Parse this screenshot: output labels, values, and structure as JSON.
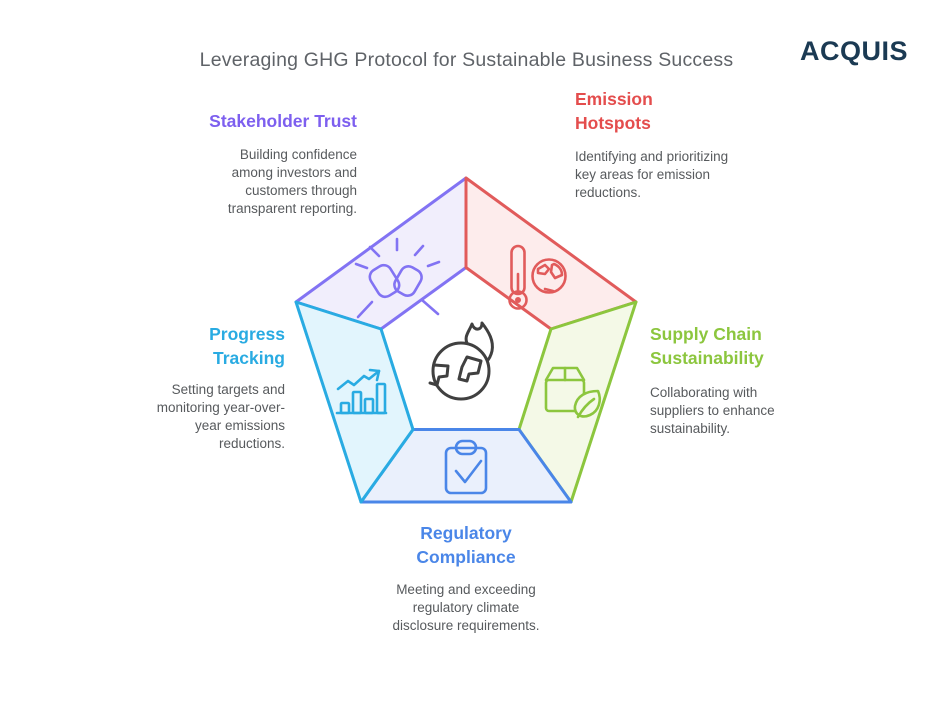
{
  "header": {
    "title": "Leveraging GHG Protocol for Sustainable Business Success",
    "title_color": "#5f6368",
    "logo_text": "ACQUIS",
    "logo_color": "#1b3a53"
  },
  "diagram": {
    "shape": "pentagon",
    "center_icon": "burning-globe-icon",
    "center_icon_color": "#404040",
    "segments": [
      {
        "key": "stakeholder-trust",
        "label": "Stakeholder Trust",
        "description": "Building confidence among investors and customers through transparent reporting.",
        "accent": "#7d5fef",
        "stroke": "#8273f3",
        "fill": "#f1eefc",
        "icon": "fist-bump-icon",
        "position": "top-left"
      },
      {
        "key": "emission-hotspots",
        "label": "Emission Hotspots",
        "description": "Identifying and prioritizing key areas for emission reductions.",
        "accent": "#e44d4d",
        "stroke": "#e15b5b",
        "fill": "#fdecec",
        "icon": "thermometer-globe-icon",
        "position": "top-right"
      },
      {
        "key": "supply-chain-sustainability",
        "label": "Supply Chain Sustainability",
        "description": "Collaborating with suppliers to enhance sustainability.",
        "accent": "#8cc63e",
        "stroke": "#8cc63e",
        "fill": "#f4f9e7",
        "icon": "package-leaf-icon",
        "position": "right"
      },
      {
        "key": "regulatory-compliance",
        "label": "Regulatory Compliance",
        "description": "Meeting and exceeding regulatory climate disclosure requirements.",
        "accent": "#4a86e8",
        "stroke": "#4a86e8",
        "fill": "#eaf0fc",
        "icon": "clipboard-check-icon",
        "position": "bottom"
      },
      {
        "key": "progress-tracking",
        "label": "Progress Tracking",
        "description": "Setting targets and monitoring year-over-year emissions reductions.",
        "accent": "#29abe2",
        "stroke": "#29abe2",
        "fill": "#e2f5fd",
        "icon": "bar-chart-trend-icon",
        "position": "left"
      }
    ]
  }
}
